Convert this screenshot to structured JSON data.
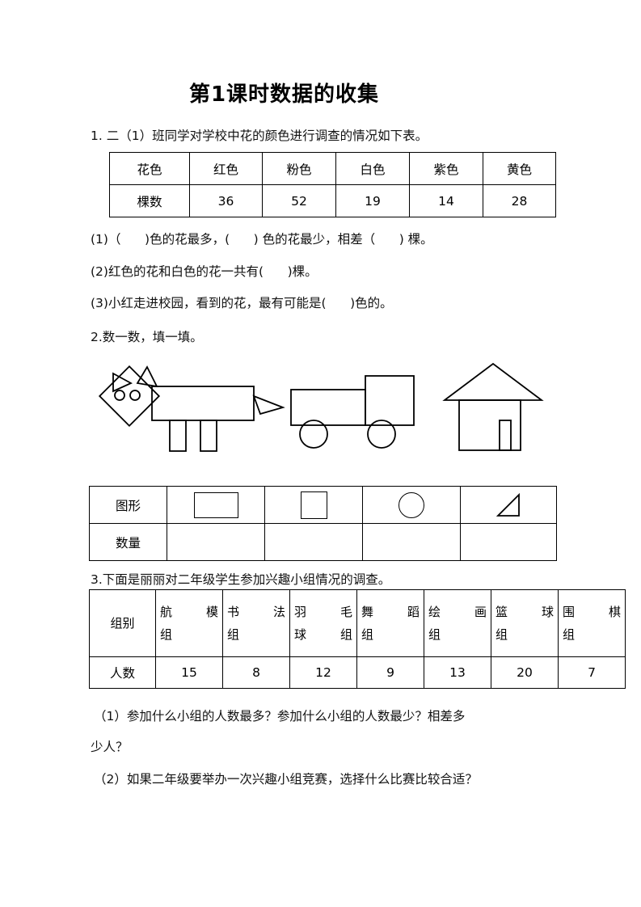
{
  "title": "第1课时数据的收集",
  "q1": {
    "prompt": "1. 二（1）班同学对学校中花的颜色进行调查的情况如下表。",
    "table": {
      "row_headers": [
        "花色",
        "棵数"
      ],
      "colors": [
        "红色",
        "粉色",
        "白色",
        "紫色",
        "黄色"
      ],
      "counts": [
        "36",
        "52",
        "19",
        "14",
        "28"
      ]
    },
    "sub": [
      "(1)（      )色的花最多，(      ) 色的花最少，相差（      ) 棵。",
      "(2)红色的花和白色的花一共有(      )棵。",
      "(3)小红走进校园，看到的花，最有可能是(      )色的。"
    ]
  },
  "q2": {
    "prompt": "2.数一数，填一填。",
    "drawings": [
      "animal-figure",
      "truck-figure",
      "house-figure"
    ],
    "table": {
      "row_headers": [
        "图形",
        "数量"
      ],
      "shape_icons": [
        "rectangle-icon",
        "square-icon",
        "circle-icon",
        "triangle-icon"
      ],
      "quantities": [
        "",
        "",
        "",
        ""
      ]
    }
  },
  "q3": {
    "prompt": "3.下面是丽丽对二年级学生参加兴趣小组情况的调查。",
    "table": {
      "row_headers": [
        "组别",
        "人数"
      ],
      "groups": [
        "航模组",
        "书法组",
        "羽毛球组",
        "舞蹈组",
        "绘画组",
        "篮球组",
        "围棋组"
      ],
      "group_lines": [
        [
          "航 模",
          "组"
        ],
        [
          "书 法",
          "组"
        ],
        [
          "羽 毛",
          "球组"
        ],
        [
          "舞 蹈",
          "组"
        ],
        [
          "绘 画",
          "组"
        ],
        [
          "篮 球",
          "组"
        ],
        [
          "围 棋",
          "组"
        ]
      ],
      "counts": [
        "15",
        "8",
        "12",
        "9",
        "13",
        "20",
        "7"
      ]
    },
    "sub": [
      "（1）参加什么小组的人数最多？参加什么小组的人数最少？相差多",
      "少人？",
      "（2）如果二年级要举办一次兴趣小组竞赛，选择什么比赛比较合适？"
    ]
  },
  "colors": {
    "ink": "#000000",
    "paper": "#ffffff"
  }
}
